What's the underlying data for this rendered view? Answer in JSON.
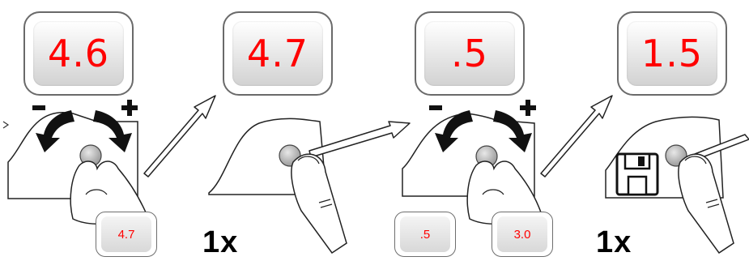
{
  "steps": [
    {
      "display": "4.6",
      "keypads": [
        "4.7"
      ],
      "count": ""
    },
    {
      "display": "4.7",
      "keypads": [],
      "count": "1x"
    },
    {
      "display": ".5",
      "keypads": [
        ".5",
        "3.0"
      ],
      "count": ""
    },
    {
      "display": "1.5",
      "keypads": [],
      "count": "1x"
    }
  ],
  "colors": {
    "display_value": "#ff0000",
    "outline": "#1a1a1a"
  },
  "icons": [
    "minus-icon",
    "plus-icon",
    "rotate-arrow-icon",
    "pointer-arrow-icon",
    "hand-icon",
    "finger-icon",
    "knob-icon",
    "floppy-disk-icon"
  ]
}
